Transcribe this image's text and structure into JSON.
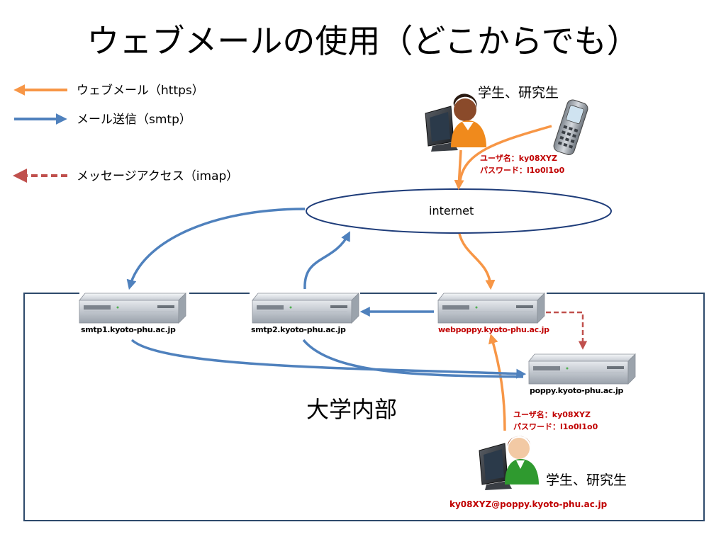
{
  "title": "ウェブメールの使用（どこからでも）",
  "legend": [
    {
      "label": "ウェブメール（https）",
      "color": "#f79646",
      "style": "solid"
    },
    {
      "label": "メール送信（smtp）",
      "color": "#4f81bd",
      "style": "solid"
    },
    {
      "label": "メッセージアクセス（imap）",
      "color": "#c0504d",
      "style": "dashed"
    }
  ],
  "internet_label": "internet",
  "campus_label": "大学内部",
  "servers": {
    "smtp1": "smtp1.kyoto-phu.ac.jp",
    "smtp2": "smtp2.kyoto-phu.ac.jp",
    "webpoppy": "webpoppy.kyoto-phu.ac.jp",
    "poppy": "poppy.kyoto-phu.ac.jp"
  },
  "remote_user": {
    "role": "学生、研究生",
    "username_line": "ユーザ名：ky08XYZ",
    "password_line": "パスワード：l1o0l1o0"
  },
  "campus_user": {
    "role": "学生、研究生",
    "username_line": "ユーザ名：ky08XYZ",
    "password_line": "パスワード：l1o0l1o0",
    "email": "ky08XYZ@poppy.kyoto-phu.ac.jp"
  },
  "colors": {
    "orange": "#f79646",
    "blue": "#4f81bd",
    "dark_red": "#c0504d",
    "text_red": "#c00000",
    "ellipse_border": "#1f3d7a",
    "campus_border": "#2e4a6b"
  }
}
